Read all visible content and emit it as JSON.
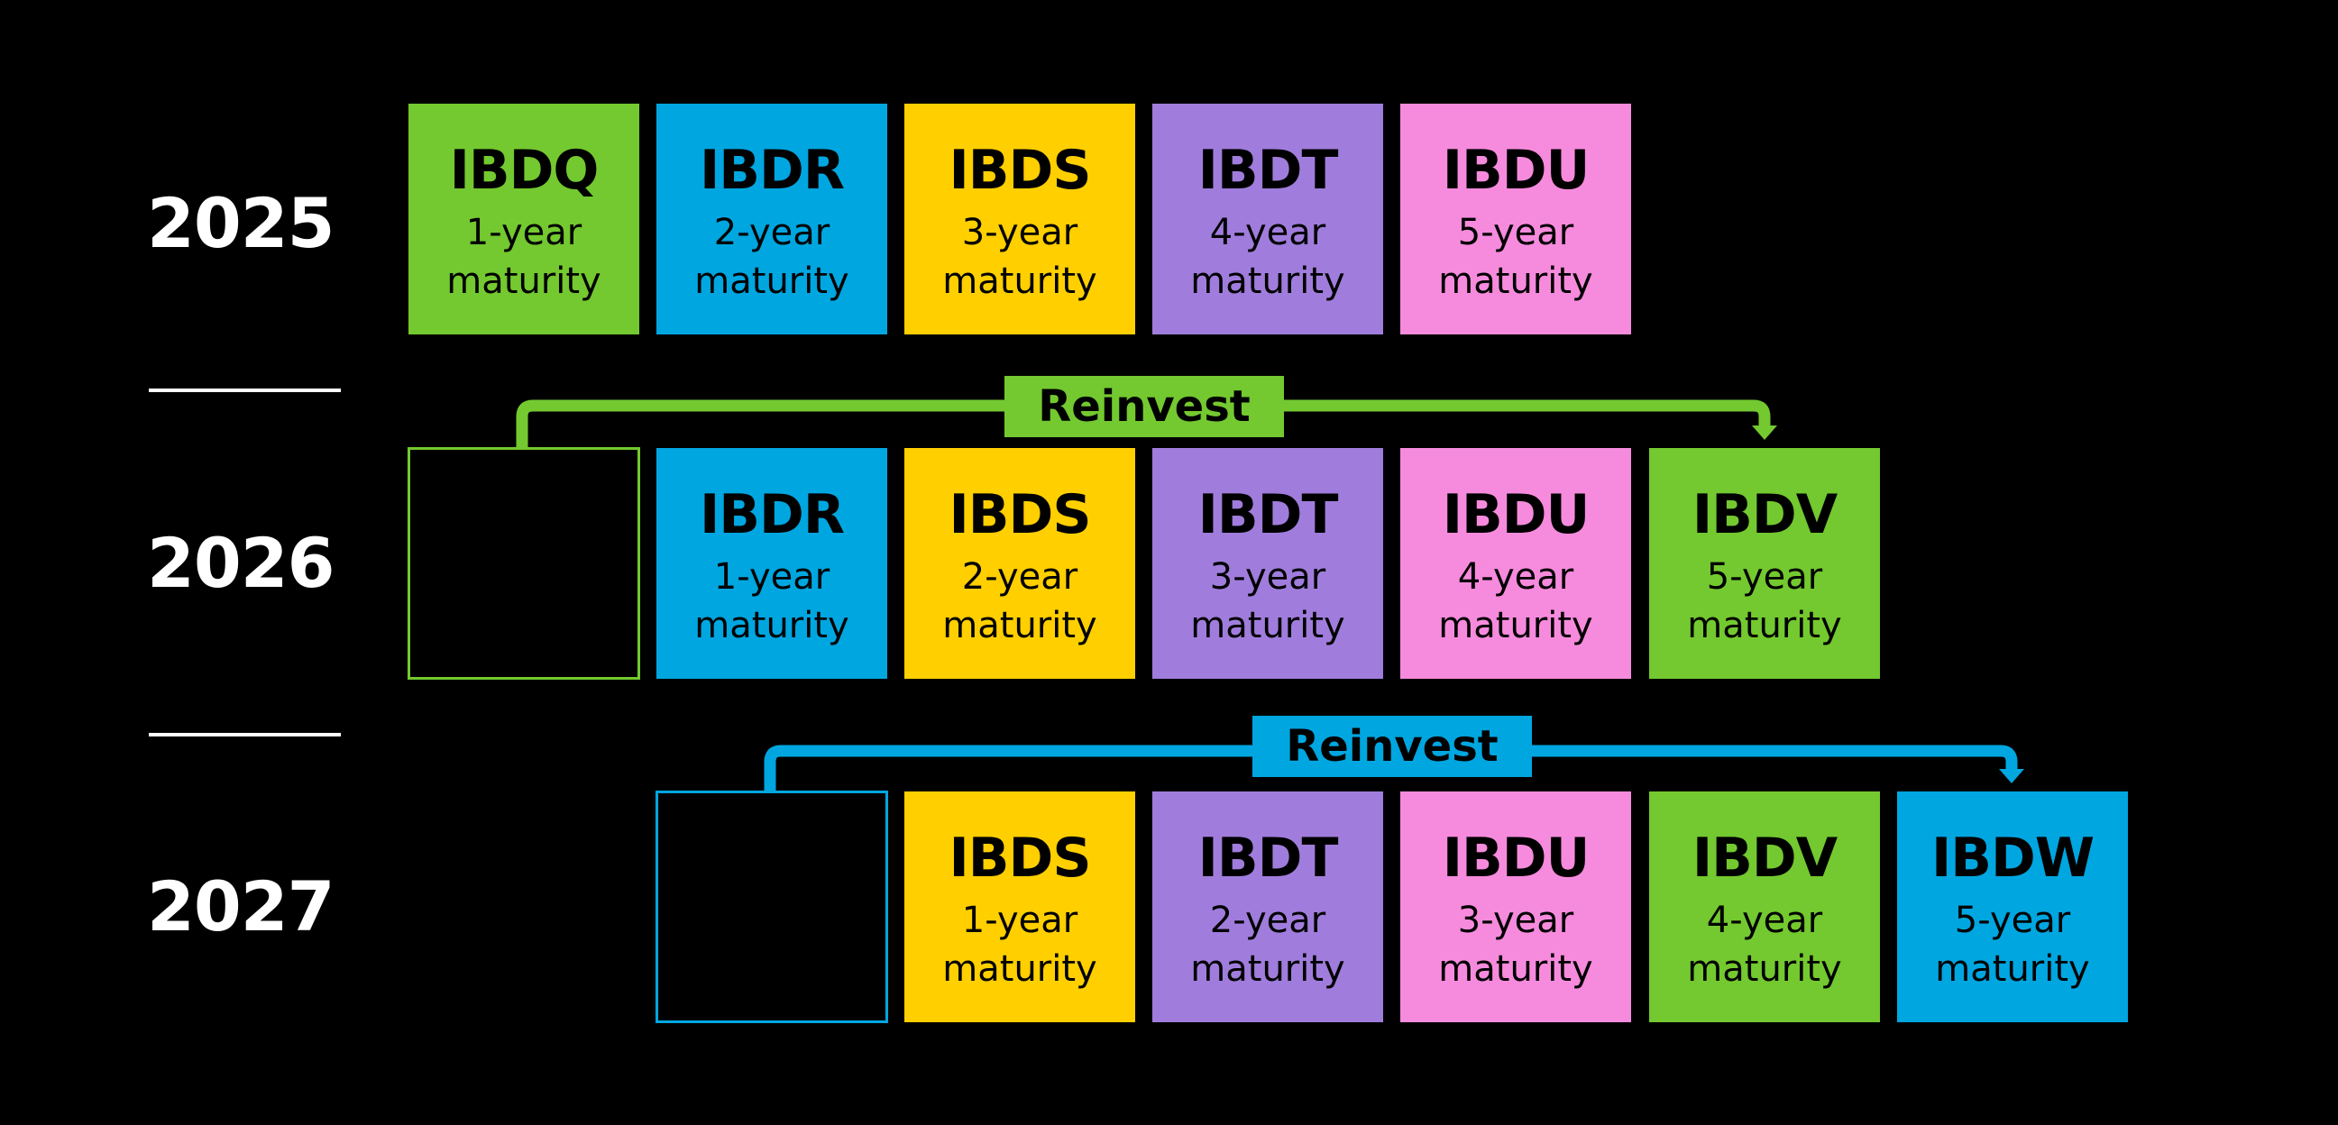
{
  "colors": {
    "background": "#000000",
    "green": "#73c92f",
    "blue": "#00a6e0",
    "yellow": "#ffcf00",
    "purple": "#a07ddc",
    "pink": "#f68bdd"
  },
  "rows": [
    {
      "year": "2025",
      "funds": [
        {
          "ticker": "IBDQ",
          "line1": "1-year",
          "line2": "maturity",
          "color": "#73c92f"
        },
        {
          "ticker": "IBDR",
          "line1": "2-year",
          "line2": "maturity",
          "color": "#00a6e0"
        },
        {
          "ticker": "IBDS",
          "line1": "3-year",
          "line2": "maturity",
          "color": "#ffcf00"
        },
        {
          "ticker": "IBDT",
          "line1": "4-year",
          "line2": "maturity",
          "color": "#a07ddc"
        },
        {
          "ticker": "IBDU",
          "line1": "5-year",
          "line2": "maturity",
          "color": "#f68bdd"
        }
      ]
    },
    {
      "year": "2026",
      "reinvest_label": "Reinvest",
      "reinvest_color": "#73c92f",
      "funds": [
        {
          "ticker": "IBDR",
          "line1": "1-year",
          "line2": "maturity",
          "color": "#00a6e0"
        },
        {
          "ticker": "IBDS",
          "line1": "2-year",
          "line2": "maturity",
          "color": "#ffcf00"
        },
        {
          "ticker": "IBDT",
          "line1": "3-year",
          "line2": "maturity",
          "color": "#a07ddc"
        },
        {
          "ticker": "IBDU",
          "line1": "4-year",
          "line2": "maturity",
          "color": "#f68bdd"
        },
        {
          "ticker": "IBDV",
          "line1": "5-year",
          "line2": "maturity",
          "color": "#73c92f"
        }
      ]
    },
    {
      "year": "2027",
      "reinvest_label": "Reinvest",
      "reinvest_color": "#00a6e0",
      "funds": [
        {
          "ticker": "IBDS",
          "line1": "1-year",
          "line2": "maturity",
          "color": "#ffcf00"
        },
        {
          "ticker": "IBDT",
          "line1": "2-year",
          "line2": "maturity",
          "color": "#a07ddc"
        },
        {
          "ticker": "IBDU",
          "line1": "3-year",
          "line2": "maturity",
          "color": "#f68bdd"
        },
        {
          "ticker": "IBDV",
          "line1": "4-year",
          "line2": "maturity",
          "color": "#73c92f"
        },
        {
          "ticker": "IBDW",
          "line1": "5-year",
          "line2": "maturity",
          "color": "#00a6e0"
        }
      ]
    }
  ]
}
